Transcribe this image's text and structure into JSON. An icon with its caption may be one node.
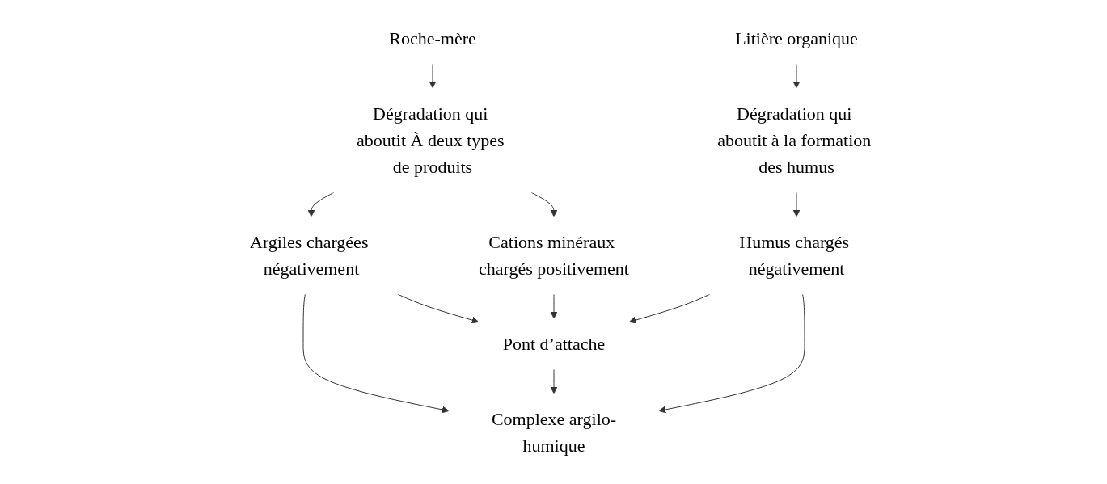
{
  "diagram": {
    "nodes": [
      {
        "text": [
          "Roche-mère"
        ]
      },
      {
        "text": [
          "Litière organique"
        ]
      },
      {
        "text": [
          "Dégradation qui aboutit À deux types de produits"
        ]
      },
      {
        "text": [
          "Dégradation qui aboutit à la formation des humus"
        ]
      },
      {
        "text": [
          "Argiles chargées négativement"
        ]
      },
      {
        "text": [
          "Cations minéraux chargés positivement"
        ]
      },
      {
        "text": [
          "Humus chargés négativement"
        ]
      },
      {
        "text": [
          "Pont d’attache"
        ]
      },
      {
        "text": [
          "Complexe argilo-humique"
        ]
      }
    ],
    "edges": [
      {
        "from": 0,
        "to": 2,
        "arrow": "to"
      },
      {
        "from": 1,
        "to": 3,
        "arrow": "to"
      },
      {
        "from": 2,
        "to": 4,
        "arrow": "to"
      },
      {
        "from": 2,
        "to": 5,
        "arrow": "to"
      },
      {
        "from": 3,
        "to": 6,
        "arrow": "to"
      },
      {
        "from": 4,
        "to": 7,
        "arrow": "to"
      },
      {
        "from": 5,
        "to": 7,
        "arrow": "to"
      },
      {
        "from": 6,
        "to": 7,
        "arrow": "to"
      },
      {
        "from": 4,
        "to": 8,
        "arrow": "to"
      },
      {
        "from": 7,
        "to": 8,
        "arrow": "to"
      },
      {
        "from": 6,
        "to": 8,
        "arrow": "to"
      }
    ]
  }
}
